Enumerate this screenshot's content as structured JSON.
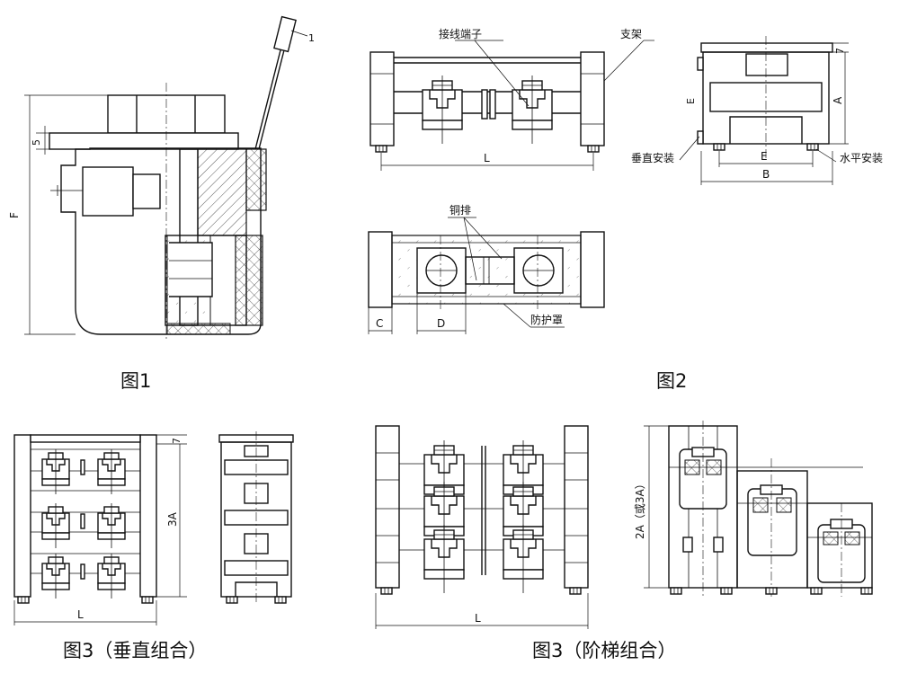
{
  "figure1": {
    "caption": "图1",
    "dim_F": "F",
    "dim_5": "5",
    "dim_1": "1"
  },
  "figure2": {
    "caption": "图2",
    "label_terminal": "接线端子",
    "label_bracket": "支架",
    "label_copper_bar": "铜排",
    "label_cover": "防护罩",
    "label_vertical_mount": "垂直安装",
    "label_horizontal_mount": "水平安装",
    "dim_L": "L",
    "dim_C": "C",
    "dim_D": "D",
    "dim_E": "E",
    "dim_E2": "E",
    "dim_A": "A",
    "dim_B": "B",
    "dim_7": "7"
  },
  "figure3_vertical": {
    "caption": "图3（垂直组合）",
    "dim_L": "L",
    "dim_3A": "3A",
    "dim_7": "7"
  },
  "figure3_ladder": {
    "caption": "图3（阶梯组合）",
    "dim_L": "L",
    "dim_2A": "2A（或3A）"
  }
}
